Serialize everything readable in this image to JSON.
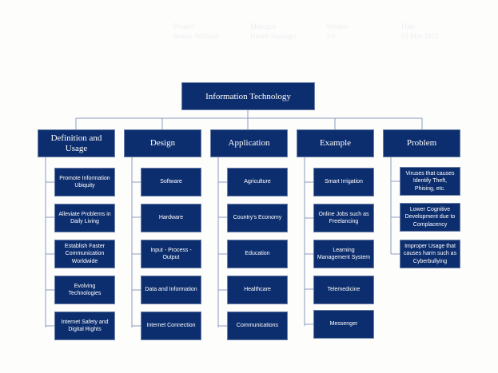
{
  "header_meta": [
    {
      "label": "Project",
      "value": "Senior Artifacts"
    },
    {
      "label": "Manager",
      "value": "Haven Santiago"
    },
    {
      "label": "Version",
      "value": "1.0"
    },
    {
      "label": "Date",
      "value": "03 Mar 2023"
    }
  ],
  "diagram": {
    "root": "Information Technology",
    "categories": [
      {
        "title": "Definition and Usage",
        "items": [
          "Promote Information Ubiquity",
          "Alleviate Problems in Daily Living",
          "Establish Faster Communication Worldwide",
          "Evolving Technologies",
          "Internet Safety and Digital Rights"
        ]
      },
      {
        "title": "Design",
        "items": [
          "Software",
          "Hardware",
          "Input - Process - Output",
          "Data and Information",
          "Internet Connection"
        ]
      },
      {
        "title": "Application",
        "items": [
          "Agriculture",
          "Country's Economy",
          "Education",
          "Healthcare",
          "Communications"
        ]
      },
      {
        "title": "Example",
        "items": [
          "Smart Irrigation",
          "Online Jobs such as Freelancing",
          "Learning Management System",
          "Telemedicine",
          "Messenger"
        ]
      },
      {
        "title": "Problem",
        "items": [
          "Viruses that causes Identify Theft, Phising, etc.",
          "Lower Cognitive Development due to Complacency",
          "Improper Usage that causes harm such as Cyberbullying"
        ]
      }
    ]
  },
  "colors": {
    "box_fill": "#0d2e6e",
    "line": "#8a9bbf",
    "header_text": "#eeeef1"
  }
}
